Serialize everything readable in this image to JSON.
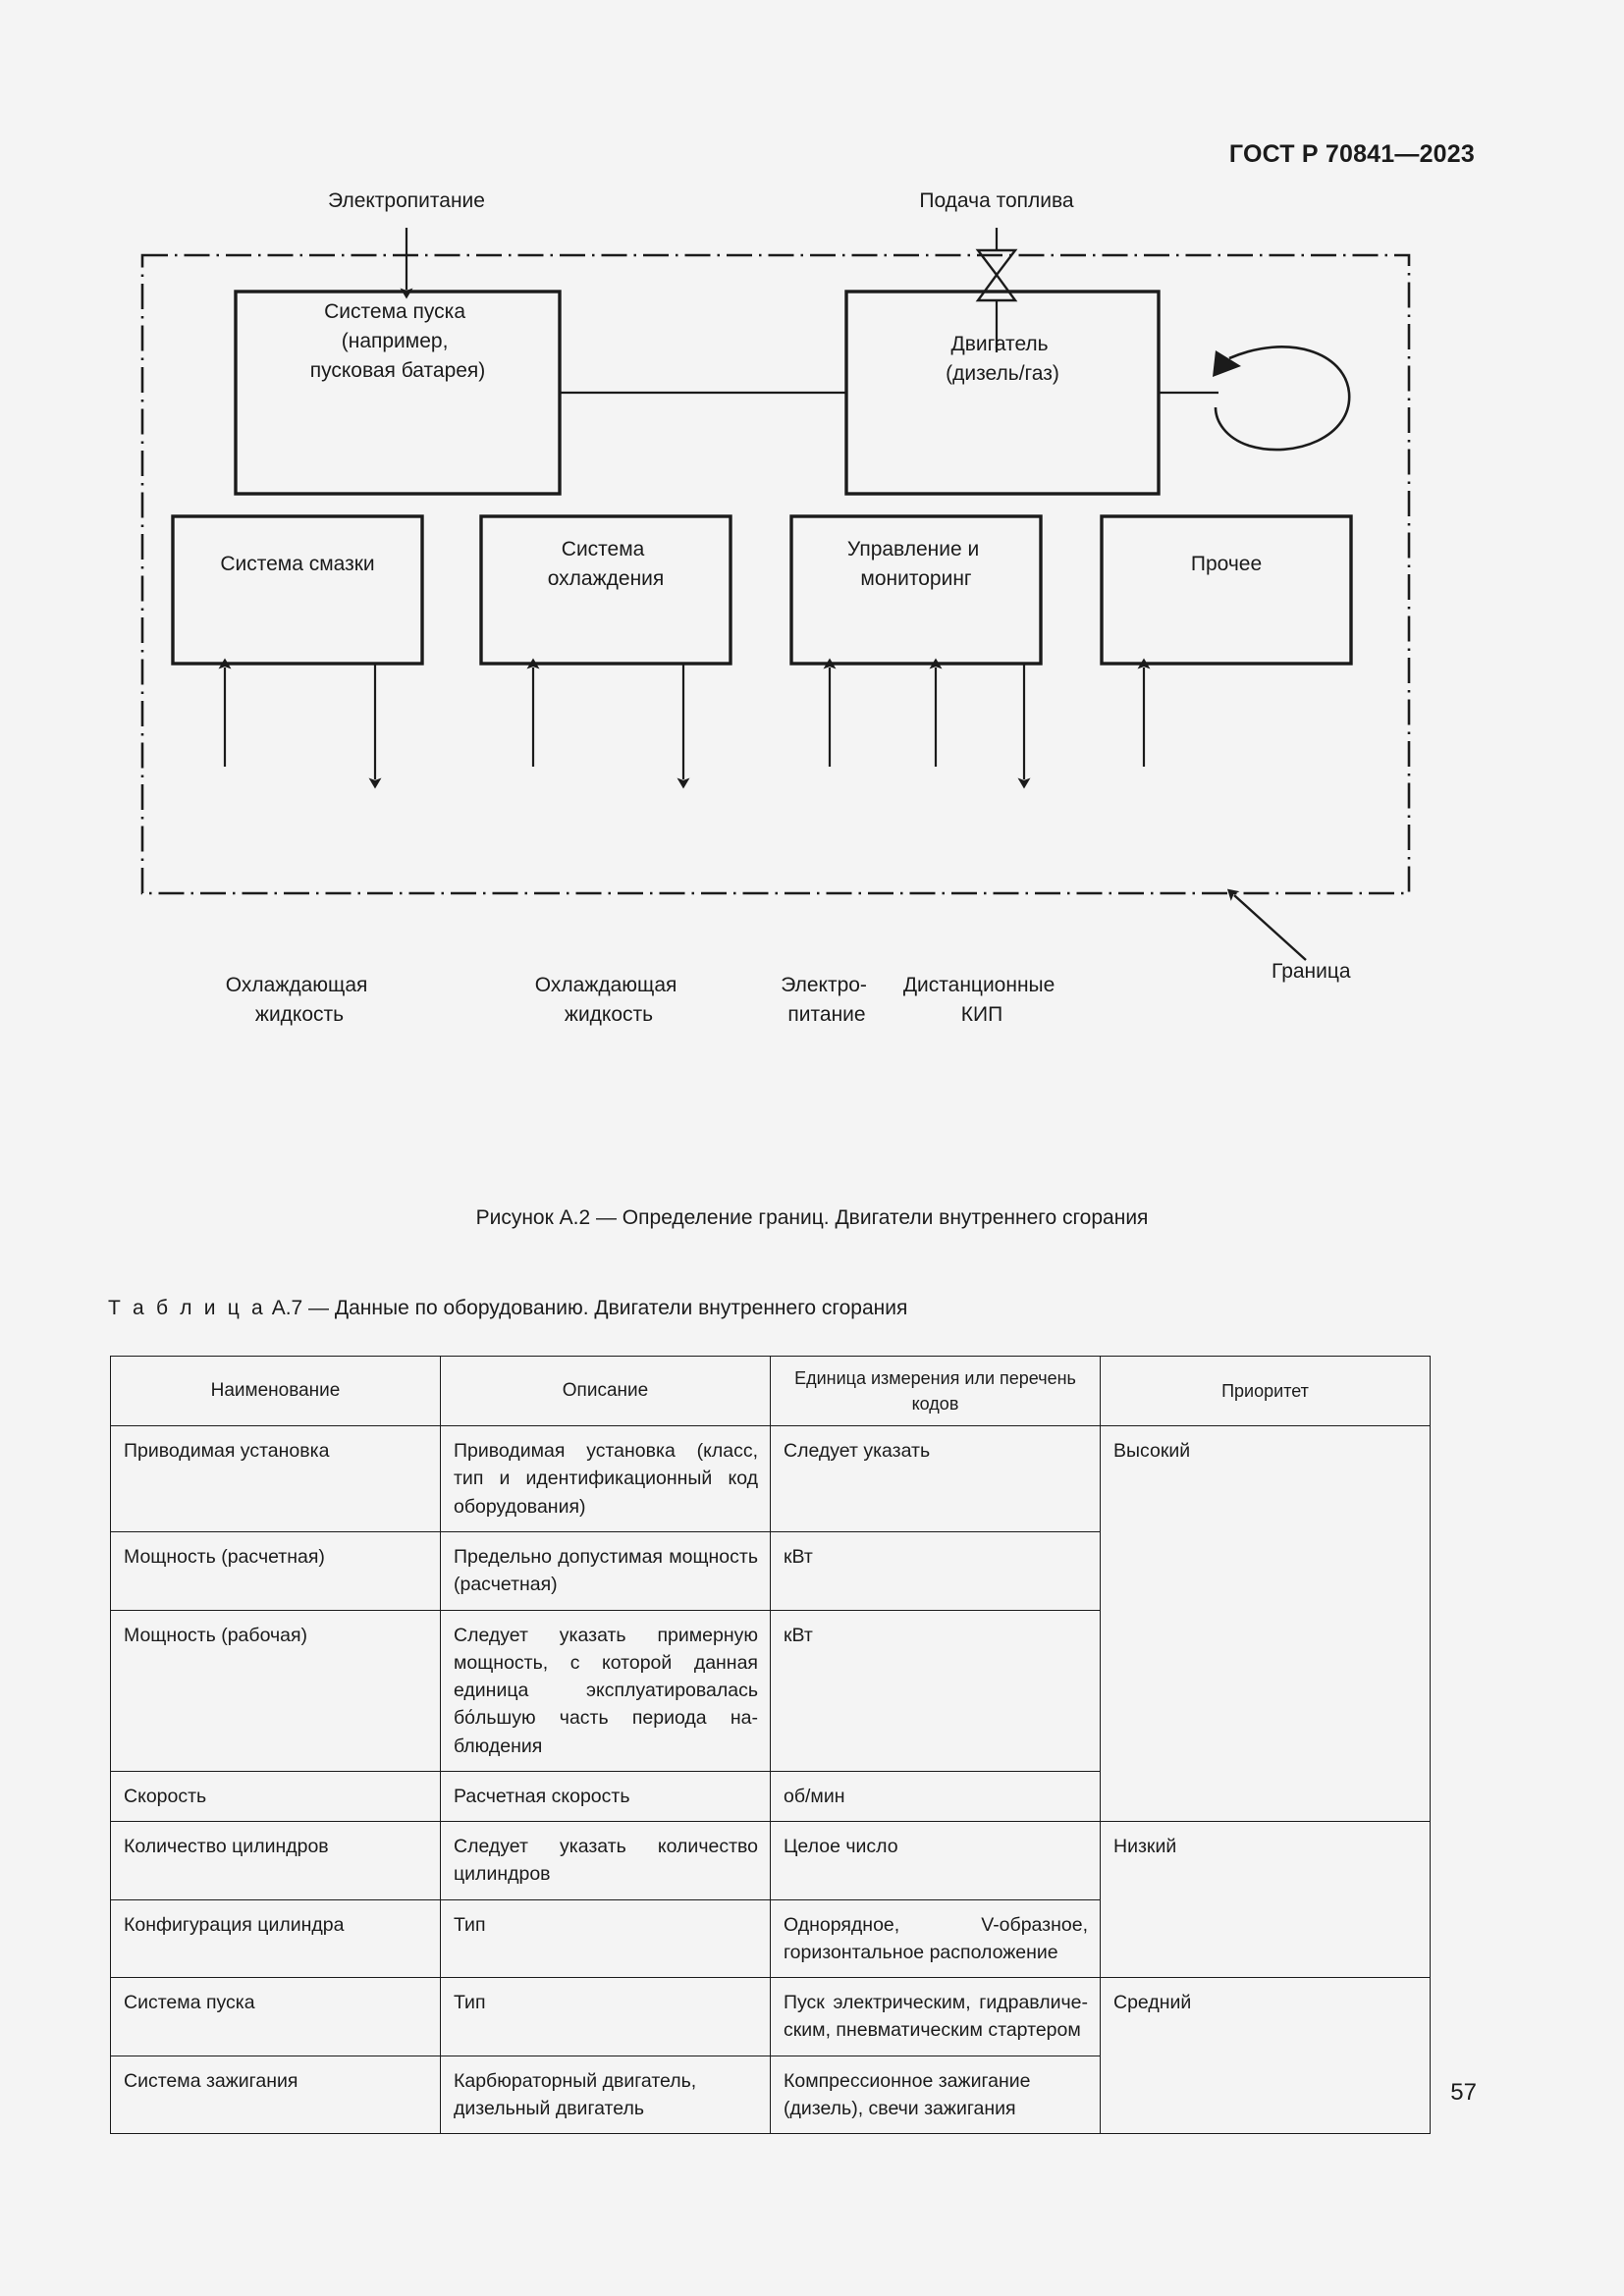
{
  "header": {
    "standard_code": "ГОСТ Р 70841—2023"
  },
  "figure": {
    "caption": "Рисунок А.2 — Определение границ. Двигатели внутреннего сгорания",
    "top_inputs": [
      {
        "label": "Электропитание"
      },
      {
        "label": "Подача топлива"
      }
    ],
    "boxes": [
      {
        "id": "start-system",
        "lines": [
          "Система пуска",
          "(например,",
          "пусковая батарея)"
        ]
      },
      {
        "id": "engine",
        "lines": [
          "Двигатель",
          "(дизель/газ)"
        ]
      },
      {
        "id": "lubrication",
        "lines": [
          "Система смазки"
        ]
      },
      {
        "id": "cooling",
        "lines": [
          "Система",
          "охлаждения"
        ]
      },
      {
        "id": "control-monitoring",
        "lines": [
          "Управление и",
          "мониторинг"
        ]
      },
      {
        "id": "other",
        "lines": [
          "Прочее"
        ]
      }
    ],
    "bottom_labels": [
      {
        "lines": [
          "Охлаждающая",
          "жидкость"
        ]
      },
      {
        "lines": [
          "Охлаждающая",
          "жидкость"
        ]
      },
      {
        "lines": [
          "Электро-",
          "питание"
        ]
      },
      {
        "lines": [
          "Дистанционные",
          "КИП"
        ]
      }
    ],
    "boundary_label": "Граница",
    "symbols": {
      "valve": "bowtie-valve-symbol",
      "rotation": "circular-arrow-symbol",
      "boundary": "dash-dot-boundary-rectangle"
    }
  },
  "table": {
    "title_prefix": "Т а б л и ц а",
    "title_rest": "А.7 — Данные по оборудованию. Двигатели внутреннего сгорания",
    "headers": [
      "Наименование",
      "Описание",
      "Единица измерения или перечень кодов",
      "Приоритет"
    ],
    "rows": [
      {
        "name": "Приводимая установка",
        "description": "Приводимая установка (класс, тип и идентификационный код оборудования)",
        "unit": "Следует указать",
        "priority": "Высокий",
        "priority_rowspan": 4
      },
      {
        "name": "Мощность (расчетная)",
        "description": "Предельно допустимая мощность (рас­четная)",
        "unit": "кВт"
      },
      {
        "name": "Мощность (рабочая)",
        "description": "Следует указать примерную мощность, с которой данная единица эксплуати­ровалась бо́льшую часть периода на­блюдения",
        "unit": "кВт"
      },
      {
        "name": "Скорость",
        "description": "Расчетная скорость",
        "unit": "об/мин"
      },
      {
        "name": "Количество цилиндров",
        "description": "Следует указать количество цилин­дров",
        "unit": "Целое число",
        "priority": "Низкий",
        "priority_rowspan": 2
      },
      {
        "name": "Конфигурация цилиндра",
        "description": "Тип",
        "unit": "Однорядное, V-образное, горизон­тальное расположение"
      },
      {
        "name": "Система пуска",
        "description": "Тип",
        "unit": "Пуск электрическим, гидравличе­ским, пневматическим стартером",
        "priority": "Средний",
        "priority_rowspan": 2
      },
      {
        "name": "Система зажигания",
        "description": "Карбюраторный двигатель, дизельный двигатель",
        "unit": "Компрессионное зажигание (дизель), свечи зажигания"
      }
    ]
  },
  "page_number": "57"
}
